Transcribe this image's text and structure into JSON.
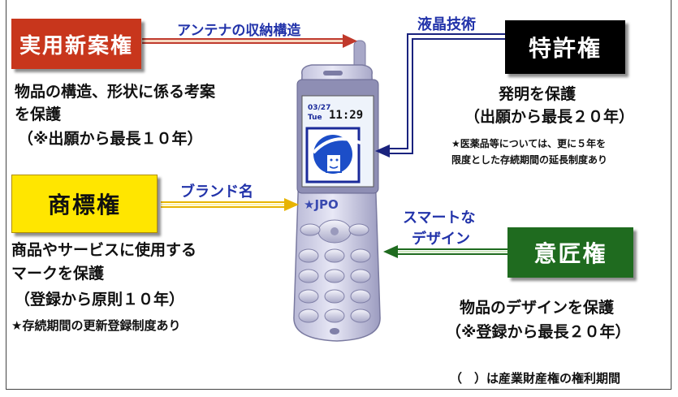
{
  "boxes": {
    "utility": {
      "label": "実用新案権",
      "bg": "#c8361c",
      "fg": "#ffffff"
    },
    "patent": {
      "label": "特許権",
      "bg": "#000000",
      "fg": "#ffffff"
    },
    "trademark": {
      "label": "商標権",
      "bg": "#ffe600",
      "fg": "#111111"
    },
    "design": {
      "label": "意匠権",
      "bg": "#1f6b1f",
      "fg": "#ffffff"
    }
  },
  "arrows": {
    "antenna": "アンテナの収納構造",
    "lcd": "液晶技術",
    "brand": "ブランド名",
    "smart_line1": "スマートな",
    "smart_line2": "デザイン"
  },
  "descriptions": {
    "utility_line1": "物品の構造、形状に係る考案",
    "utility_line2": "を保護",
    "utility_line3": "（※出願から最長１０年）",
    "patent_line1": "発明を保護",
    "patent_line2": "（出願から最長２０年）",
    "patent_note1": "★医薬品等については、更に５年を",
    "patent_note2": "限度とした存続期間の延長制度あり",
    "trademark_line1": "商品やサービスに使用する",
    "trademark_line2": "マークを保護",
    "trademark_line3": "（登録から原則１０年）",
    "trademark_note": "★存続期間の更新登録制度あり",
    "design_line1": "物品のデザインを保護",
    "design_line2": "（※登録から最長２０年）"
  },
  "phone": {
    "date": "03/27",
    "day": "Tue",
    "time": "11:29",
    "brand": "★JPO"
  },
  "footnote": "（　）は産業財産権の権利期間"
}
